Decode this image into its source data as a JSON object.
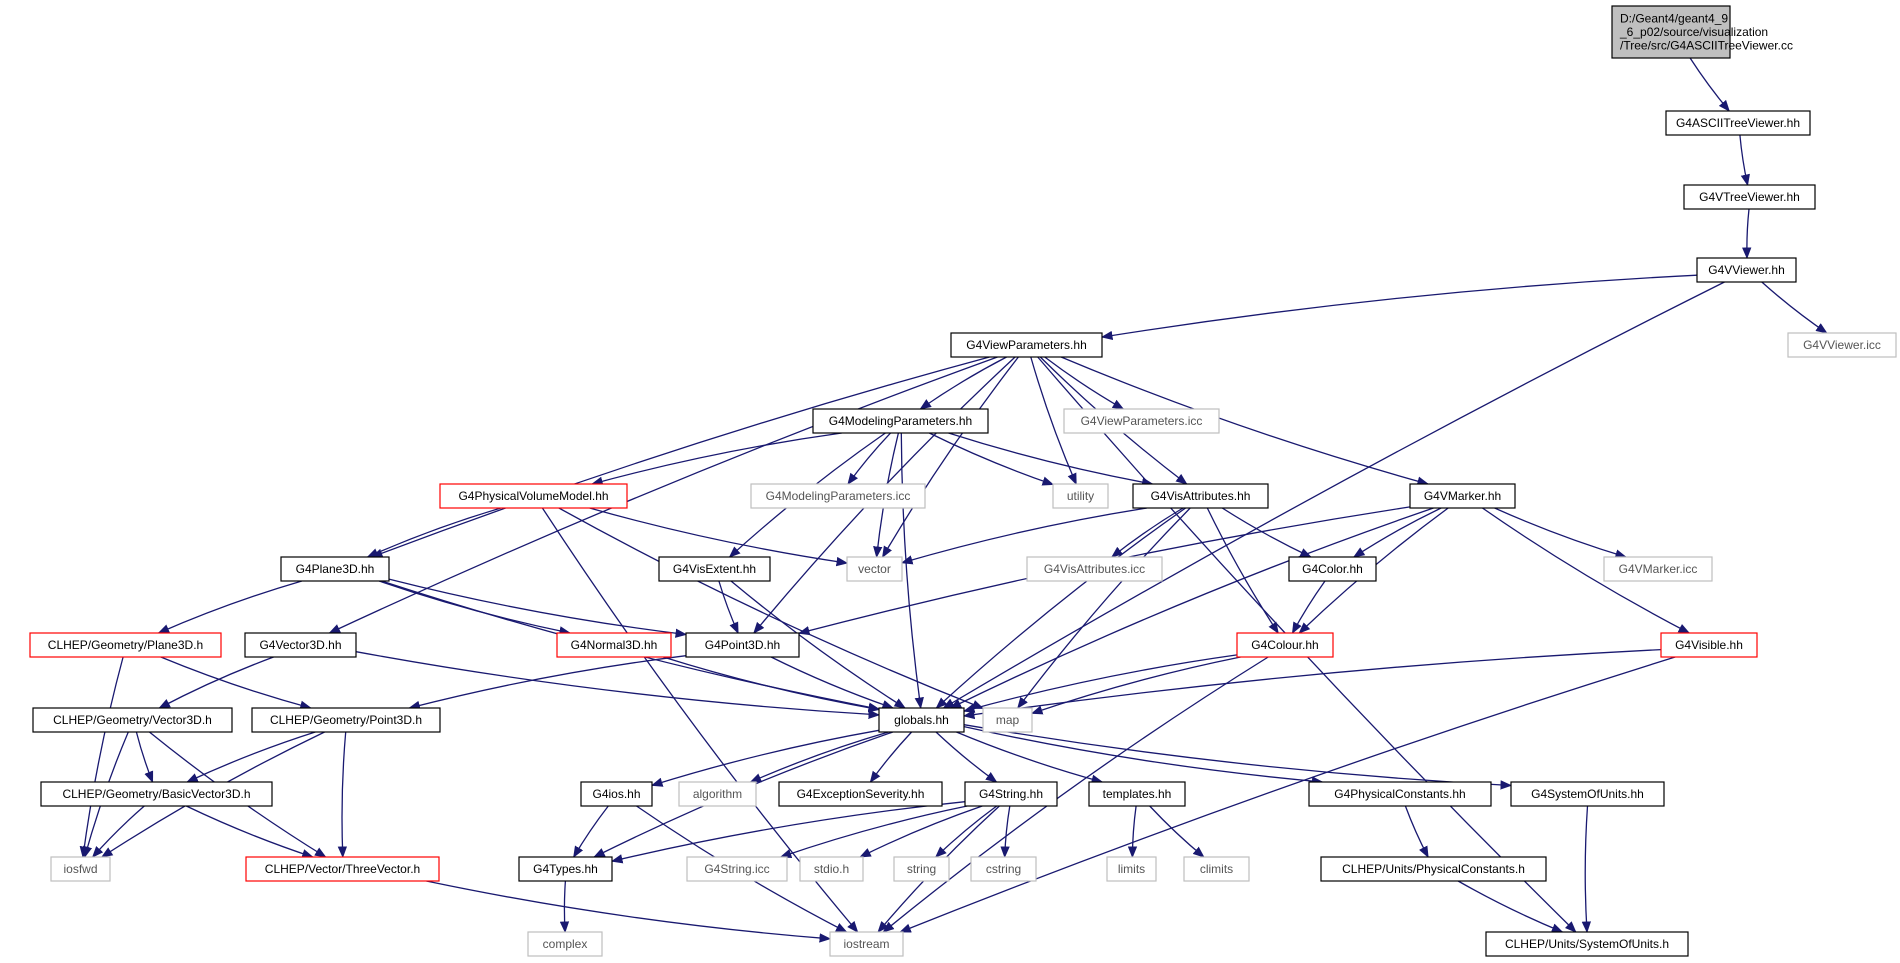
{
  "colors": {
    "edge": "#191970",
    "box_normal": "#000000",
    "box_truncated": "#ff0000",
    "box_system": "#bfbfbf",
    "root_fill": "#bfbfbf"
  },
  "nodes": [
    {
      "id": "root",
      "lines": [
        "D:/Geant4/geant4_9",
        "_6_p02/source/visualization",
        "/Tree/src/G4ASCIITreeViewer.cc"
      ],
      "style": "root"
    },
    {
      "id": "asciitreeviewer_hh",
      "lines": [
        "G4ASCIITreeViewer.hh"
      ],
      "style": "normal"
    },
    {
      "id": "vtreeviewer_hh",
      "lines": [
        "G4VTreeViewer.hh"
      ],
      "style": "normal"
    },
    {
      "id": "vviewer_hh",
      "lines": [
        "G4VViewer.hh"
      ],
      "style": "normal"
    },
    {
      "id": "viewparameters_hh",
      "lines": [
        "G4ViewParameters.hh"
      ],
      "style": "normal"
    },
    {
      "id": "vviewer_icc",
      "lines": [
        "G4VViewer.icc"
      ],
      "style": "system"
    },
    {
      "id": "modelingparameters_hh",
      "lines": [
        "G4ModelingParameters.hh"
      ],
      "style": "normal"
    },
    {
      "id": "viewparameters_icc",
      "lines": [
        "G4ViewParameters.icc"
      ],
      "style": "system"
    },
    {
      "id": "physicalvolumemodel_hh",
      "lines": [
        "G4PhysicalVolumeModel.hh"
      ],
      "style": "truncated"
    },
    {
      "id": "modelingparameters_icc",
      "lines": [
        "G4ModelingParameters.icc"
      ],
      "style": "system"
    },
    {
      "id": "utility",
      "lines": [
        "utility"
      ],
      "style": "system"
    },
    {
      "id": "visattributes_hh",
      "lines": [
        "G4VisAttributes.hh"
      ],
      "style": "normal"
    },
    {
      "id": "vmarker_hh",
      "lines": [
        "G4VMarker.hh"
      ],
      "style": "normal"
    },
    {
      "id": "plane3d_hh",
      "lines": [
        "G4Plane3D.hh"
      ],
      "style": "normal"
    },
    {
      "id": "visextent_hh",
      "lines": [
        "G4VisExtent.hh"
      ],
      "style": "normal"
    },
    {
      "id": "vector",
      "lines": [
        "vector"
      ],
      "style": "system"
    },
    {
      "id": "visattributes_icc",
      "lines": [
        "G4VisAttributes.icc"
      ],
      "style": "system"
    },
    {
      "id": "color_hh",
      "lines": [
        "G4Color.hh"
      ],
      "style": "normal"
    },
    {
      "id": "vmarker_icc",
      "lines": [
        "G4VMarker.icc"
      ],
      "style": "system"
    },
    {
      "id": "clhep_plane3d",
      "lines": [
        "CLHEP/Geometry/Plane3D.h"
      ],
      "style": "truncated"
    },
    {
      "id": "vector3d_hh",
      "lines": [
        "G4Vector3D.hh"
      ],
      "style": "normal"
    },
    {
      "id": "normal3d_hh",
      "lines": [
        "G4Normal3D.hh"
      ],
      "style": "truncated"
    },
    {
      "id": "point3d_hh",
      "lines": [
        "G4Point3D.hh"
      ],
      "style": "normal"
    },
    {
      "id": "colour_hh",
      "lines": [
        "G4Colour.hh"
      ],
      "style": "truncated"
    },
    {
      "id": "visible_hh",
      "lines": [
        "G4Visible.hh"
      ],
      "style": "truncated"
    },
    {
      "id": "clhep_vector3d",
      "lines": [
        "CLHEP/Geometry/Vector3D.h"
      ],
      "style": "normal"
    },
    {
      "id": "clhep_point3d",
      "lines": [
        "CLHEP/Geometry/Point3D.h"
      ],
      "style": "normal"
    },
    {
      "id": "globals_hh",
      "lines": [
        "globals.hh"
      ],
      "style": "normal"
    },
    {
      "id": "map",
      "lines": [
        "map"
      ],
      "style": "system"
    },
    {
      "id": "clhep_basicvector3d",
      "lines": [
        "CLHEP/Geometry/BasicVector3D.h"
      ],
      "style": "normal"
    },
    {
      "id": "g4ios_hh",
      "lines": [
        "G4ios.hh"
      ],
      "style": "normal"
    },
    {
      "id": "algorithm",
      "lines": [
        "algorithm"
      ],
      "style": "system"
    },
    {
      "id": "exceptionseverity_hh",
      "lines": [
        "G4ExceptionSeverity.hh"
      ],
      "style": "normal"
    },
    {
      "id": "g4string_hh",
      "lines": [
        "G4String.hh"
      ],
      "style": "normal"
    },
    {
      "id": "templates_hh",
      "lines": [
        "templates.hh"
      ],
      "style": "normal"
    },
    {
      "id": "physicalconstants_hh",
      "lines": [
        "G4PhysicalConstants.hh"
      ],
      "style": "normal"
    },
    {
      "id": "systemofunits_hh",
      "lines": [
        "G4SystemOfUnits.hh"
      ],
      "style": "normal"
    },
    {
      "id": "iosfwd",
      "lines": [
        "iosfwd"
      ],
      "style": "system"
    },
    {
      "id": "clhep_threevector",
      "lines": [
        "CLHEP/Vector/ThreeVector.h"
      ],
      "style": "truncated"
    },
    {
      "id": "g4types_hh",
      "lines": [
        "G4Types.hh"
      ],
      "style": "normal"
    },
    {
      "id": "g4string_icc",
      "lines": [
        "G4String.icc"
      ],
      "style": "system"
    },
    {
      "id": "stdio_h",
      "lines": [
        "stdio.h"
      ],
      "style": "system"
    },
    {
      "id": "string",
      "lines": [
        "string"
      ],
      "style": "system"
    },
    {
      "id": "cstring",
      "lines": [
        "cstring"
      ],
      "style": "system"
    },
    {
      "id": "limits",
      "lines": [
        "limits"
      ],
      "style": "system"
    },
    {
      "id": "climits",
      "lines": [
        "climits"
      ],
      "style": "system"
    },
    {
      "id": "clhep_units_physicalconstants",
      "lines": [
        "CLHEP/Units/PhysicalConstants.h"
      ],
      "style": "normal"
    },
    {
      "id": "complex",
      "lines": [
        "complex"
      ],
      "style": "system"
    },
    {
      "id": "iostream",
      "lines": [
        "iostream"
      ],
      "style": "system"
    },
    {
      "id": "clhep_units_systemofunits",
      "lines": [
        "CLHEP/Units/SystemOfUnits.h"
      ],
      "style": "normal"
    }
  ],
  "edges": [
    [
      "root",
      "asciitreeviewer_hh"
    ],
    [
      "asciitreeviewer_hh",
      "vtreeviewer_hh"
    ],
    [
      "vtreeviewer_hh",
      "vviewer_hh"
    ],
    [
      "vviewer_hh",
      "viewparameters_hh"
    ],
    [
      "vviewer_hh",
      "vviewer_icc"
    ],
    [
      "vviewer_hh",
      "globals_hh"
    ],
    [
      "viewparameters_hh",
      "modelingparameters_hh"
    ],
    [
      "viewparameters_hh",
      "viewparameters_icc"
    ],
    [
      "viewparameters_hh",
      "utility"
    ],
    [
      "viewparameters_hh",
      "visattributes_hh"
    ],
    [
      "viewparameters_hh",
      "vmarker_hh"
    ],
    [
      "viewparameters_hh",
      "plane3d_hh"
    ],
    [
      "viewparameters_hh",
      "vector3d_hh"
    ],
    [
      "viewparameters_hh",
      "point3d_hh"
    ],
    [
      "viewparameters_hh",
      "vector"
    ],
    [
      "viewparameters_hh",
      "clhep_units_systemofunits"
    ],
    [
      "modelingparameters_hh",
      "physicalvolumemodel_hh"
    ],
    [
      "modelingparameters_hh",
      "modelingparameters_icc"
    ],
    [
      "modelingparameters_hh",
      "utility"
    ],
    [
      "modelingparameters_hh",
      "visattributes_hh"
    ],
    [
      "modelingparameters_hh",
      "vector"
    ],
    [
      "modelingparameters_hh",
      "visextent_hh"
    ],
    [
      "modelingparameters_hh",
      "globals_hh"
    ],
    [
      "physicalvolumemodel_hh",
      "plane3d_hh"
    ],
    [
      "physicalvolumemodel_hh",
      "vector"
    ],
    [
      "physicalvolumemodel_hh",
      "map"
    ],
    [
      "physicalvolumemodel_hh",
      "iostream"
    ],
    [
      "visattributes_hh",
      "vector"
    ],
    [
      "visattributes_hh",
      "visattributes_icc"
    ],
    [
      "visattributes_hh",
      "color_hh"
    ],
    [
      "visattributes_hh",
      "colour_hh"
    ],
    [
      "visattributes_hh",
      "globals_hh"
    ],
    [
      "visattributes_hh",
      "map"
    ],
    [
      "vmarker_hh",
      "color_hh"
    ],
    [
      "vmarker_hh",
      "vmarker_icc"
    ],
    [
      "vmarker_hh",
      "colour_hh"
    ],
    [
      "vmarker_hh",
      "visible_hh"
    ],
    [
      "vmarker_hh",
      "point3d_hh"
    ],
    [
      "vmarker_hh",
      "globals_hh"
    ],
    [
      "plane3d_hh",
      "clhep_plane3d"
    ],
    [
      "plane3d_hh",
      "normal3d_hh"
    ],
    [
      "plane3d_hh",
      "point3d_hh"
    ],
    [
      "plane3d_hh",
      "globals_hh"
    ],
    [
      "visextent_hh",
      "point3d_hh"
    ],
    [
      "visextent_hh",
      "globals_hh"
    ],
    [
      "color_hh",
      "colour_hh"
    ],
    [
      "clhep_plane3d",
      "clhep_point3d"
    ],
    [
      "clhep_plane3d",
      "iosfwd"
    ],
    [
      "vector3d_hh",
      "clhep_vector3d"
    ],
    [
      "vector3d_hh",
      "globals_hh"
    ],
    [
      "normal3d_hh",
      "globals_hh"
    ],
    [
      "point3d_hh",
      "clhep_point3d"
    ],
    [
      "point3d_hh",
      "globals_hh"
    ],
    [
      "colour_hh",
      "globals_hh"
    ],
    [
      "colour_hh",
      "map"
    ],
    [
      "colour_hh",
      "iostream"
    ],
    [
      "visible_hh",
      "globals_hh"
    ],
    [
      "visible_hh",
      "iostream"
    ],
    [
      "clhep_vector3d",
      "clhep_basicvector3d"
    ],
    [
      "clhep_vector3d",
      "clhep_threevector"
    ],
    [
      "clhep_vector3d",
      "iosfwd"
    ],
    [
      "clhep_point3d",
      "clhep_basicvector3d"
    ],
    [
      "clhep_point3d",
      "clhep_threevector"
    ],
    [
      "clhep_point3d",
      "iosfwd"
    ],
    [
      "clhep_basicvector3d",
      "iosfwd"
    ],
    [
      "clhep_basicvector3d",
      "clhep_threevector"
    ],
    [
      "clhep_threevector",
      "iostream"
    ],
    [
      "globals_hh",
      "g4ios_hh"
    ],
    [
      "globals_hh",
      "algorithm"
    ],
    [
      "globals_hh",
      "exceptionseverity_hh"
    ],
    [
      "globals_hh",
      "g4string_hh"
    ],
    [
      "globals_hh",
      "templates_hh"
    ],
    [
      "globals_hh",
      "physicalconstants_hh"
    ],
    [
      "globals_hh",
      "systemofunits_hh"
    ],
    [
      "globals_hh",
      "g4types_hh"
    ],
    [
      "g4ios_hh",
      "g4types_hh"
    ],
    [
      "g4ios_hh",
      "iostream"
    ],
    [
      "g4string_hh",
      "g4types_hh"
    ],
    [
      "g4string_hh",
      "g4string_icc"
    ],
    [
      "g4string_hh",
      "stdio_h"
    ],
    [
      "g4string_hh",
      "string"
    ],
    [
      "g4string_hh",
      "cstring"
    ],
    [
      "g4string_hh",
      "iostream"
    ],
    [
      "templates_hh",
      "limits"
    ],
    [
      "templates_hh",
      "climits"
    ],
    [
      "physicalconstants_hh",
      "clhep_units_physicalconstants"
    ],
    [
      "clhep_units_physicalconstants",
      "clhep_units_systemofunits"
    ],
    [
      "systemofunits_hh",
      "clhep_units_systemofunits"
    ],
    [
      "g4types_hh",
      "complex"
    ]
  ]
}
